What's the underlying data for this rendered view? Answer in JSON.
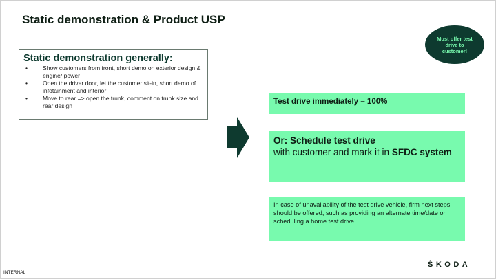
{
  "slide": {
    "title": "Static demonstration & Product USP",
    "badge": "Must offer test drive to customer!",
    "static_box": {
      "heading": "Static demonstration generally:",
      "bullets": [
        "Show customers from front, short demo on exterior design & engine/ power",
        "Open the driver door, let the customer sit-in, short demo of infotainment and interior",
        "Move to rear => open the trunk, comment on trunk size and rear design"
      ]
    },
    "box1": "Test drive immediately – 100%",
    "box2": {
      "line1": "Or: Schedule test drive",
      "line2_pre": "with customer and mark it in ",
      "line2_bold": "SFDC system"
    },
    "box3": "In case of unavailability of the test drive vehicle, firm next steps should be offered, such as providing an alternate time/date  or scheduling a home test drive",
    "footer": "INTERNAL",
    "logo": "ŠKODA"
  },
  "colors": {
    "accent_green": "#78faae",
    "dark_green": "#0e3a2f"
  },
  "icons": {
    "arrow": "right-arrow-icon"
  }
}
